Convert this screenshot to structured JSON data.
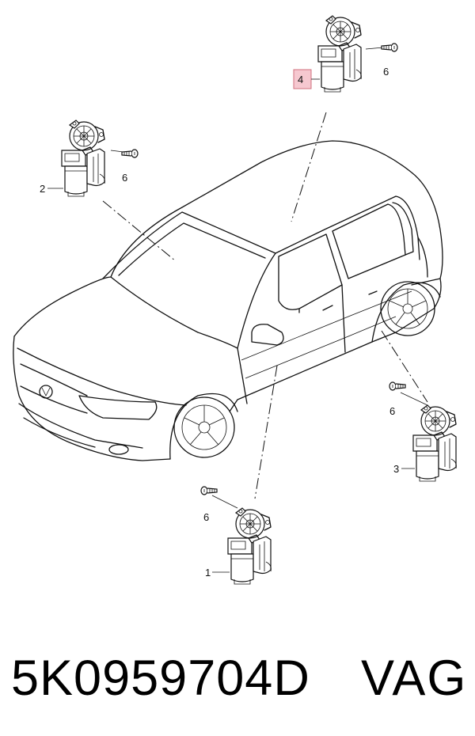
{
  "diagram": {
    "callouts": {
      "motor_1": "1",
      "motor_2": "2",
      "motor_3": "3",
      "motor_4": "4",
      "screw_a": "6",
      "screw_b": "6",
      "screw_c": "6",
      "screw_d": "6"
    },
    "highlight_color": "#f6c8d0",
    "highlighted_callout": "4"
  },
  "caption": {
    "part_number": "5K0959704D",
    "brand": "VAG"
  }
}
